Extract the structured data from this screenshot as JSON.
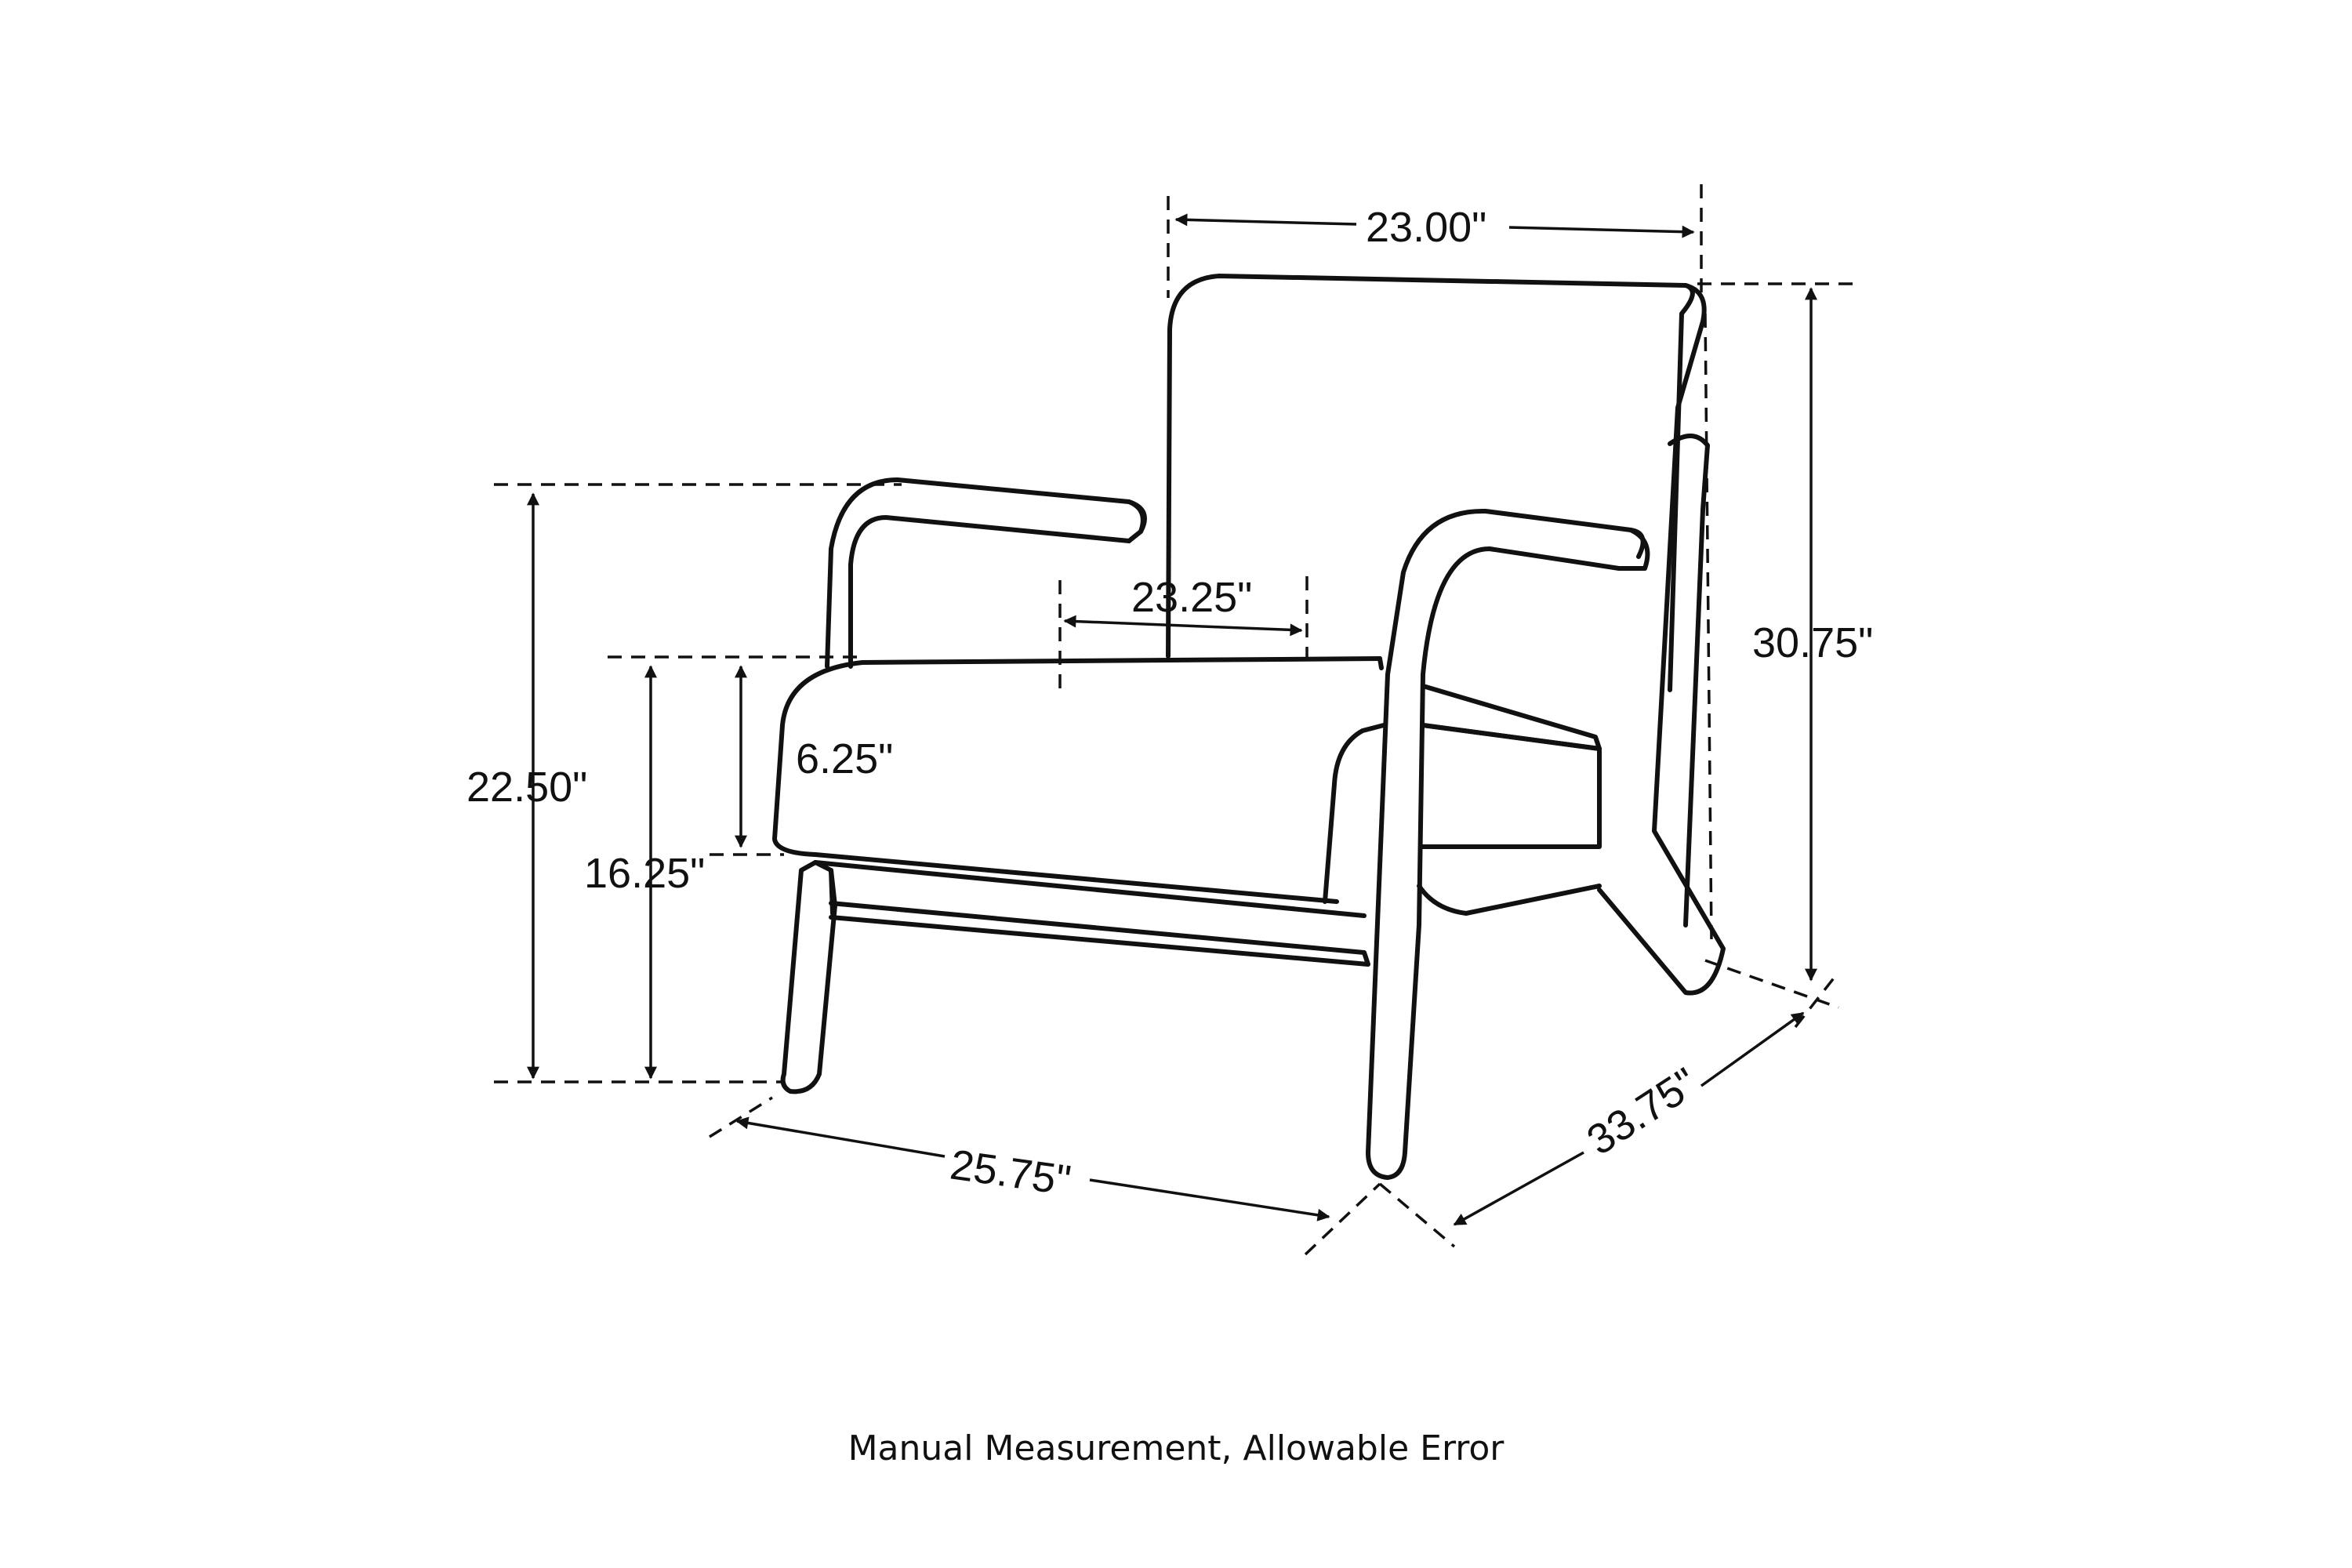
{
  "dimensions": {
    "back_width": "23.00\"",
    "seat_width": "23.25\"",
    "arm_height": "22.50\"",
    "seat_height": "16.25\"",
    "seat_thickness": "6.25\"",
    "total_height": "30.75\"",
    "width": "25.75\"",
    "depth": "33.75\""
  },
  "caption": "Manual Measurement, Allowable Error"
}
